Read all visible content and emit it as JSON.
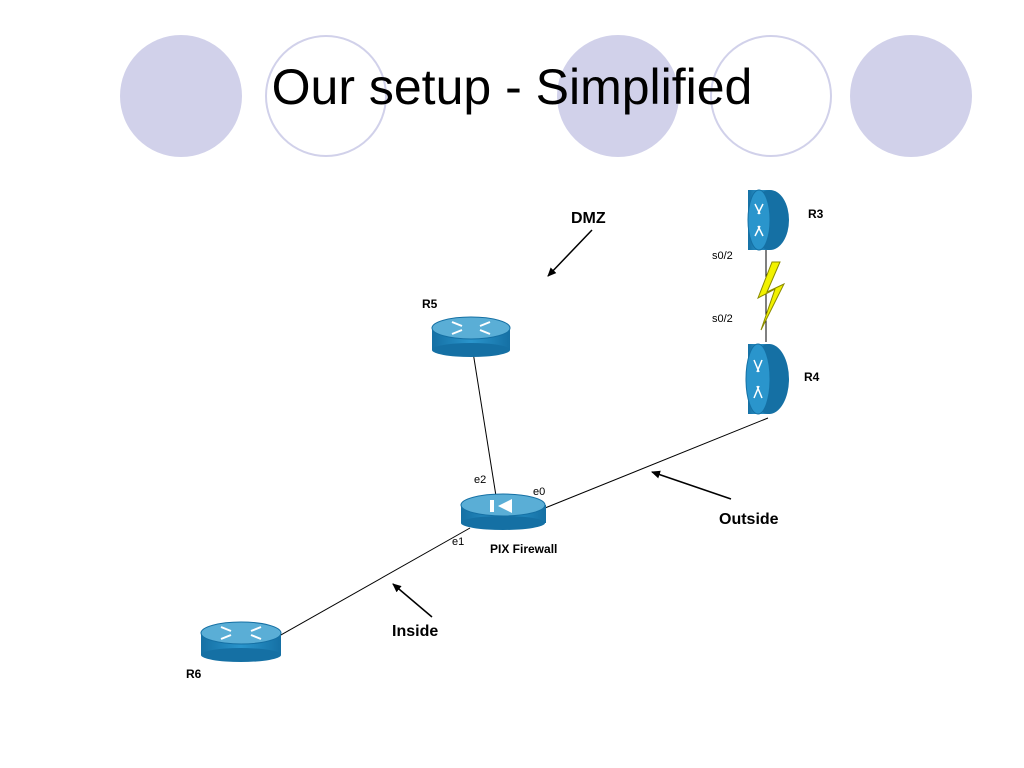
{
  "slide": {
    "title": "Our setup - Simplified"
  },
  "diagram": {
    "devices": {
      "r3": "R3",
      "r4": "R4",
      "r5": "R5",
      "r6": "R6",
      "pix": "PIX Firewall"
    },
    "interfaces": {
      "r3_serial": "s0/2",
      "r4_serial": "s0/2",
      "pix_e0": "e0",
      "pix_e1": "e1",
      "pix_e2": "e2"
    },
    "zones": {
      "dmz": "DMZ",
      "outside": "Outside",
      "inside": "Inside"
    }
  },
  "colors": {
    "circle": "#d1d1ea",
    "router_top": "#5aaed6",
    "router_body": "#1f88c0",
    "lightning": "#f2f200"
  }
}
